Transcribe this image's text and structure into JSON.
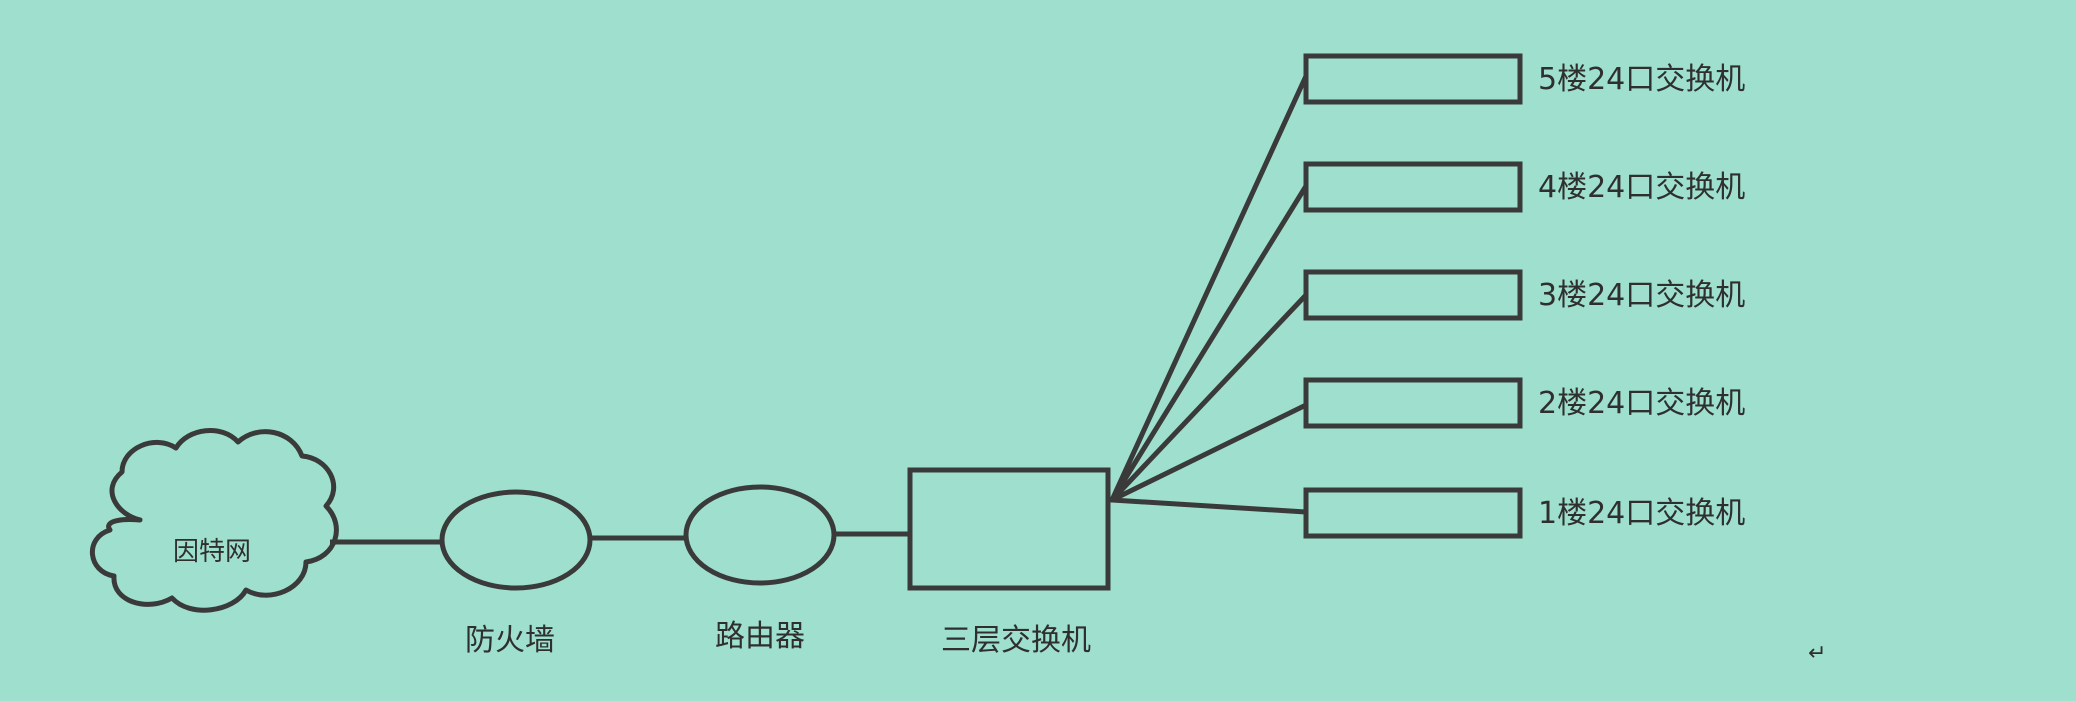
{
  "diagram": {
    "internet": "因特网",
    "firewall": "防火墙",
    "router": "路由器",
    "core_switch": "三层交换机",
    "floor_switches": [
      "5楼24口交换机",
      "4楼24口交换机",
      "3楼24口交换机",
      "2楼24口交换机",
      "1楼24口交换机"
    ],
    "paragraph_mark": "↵"
  },
  "colors": {
    "background": "#9ee0cd",
    "stroke": "#3a3a3a",
    "text": "#2f2f2f"
  }
}
